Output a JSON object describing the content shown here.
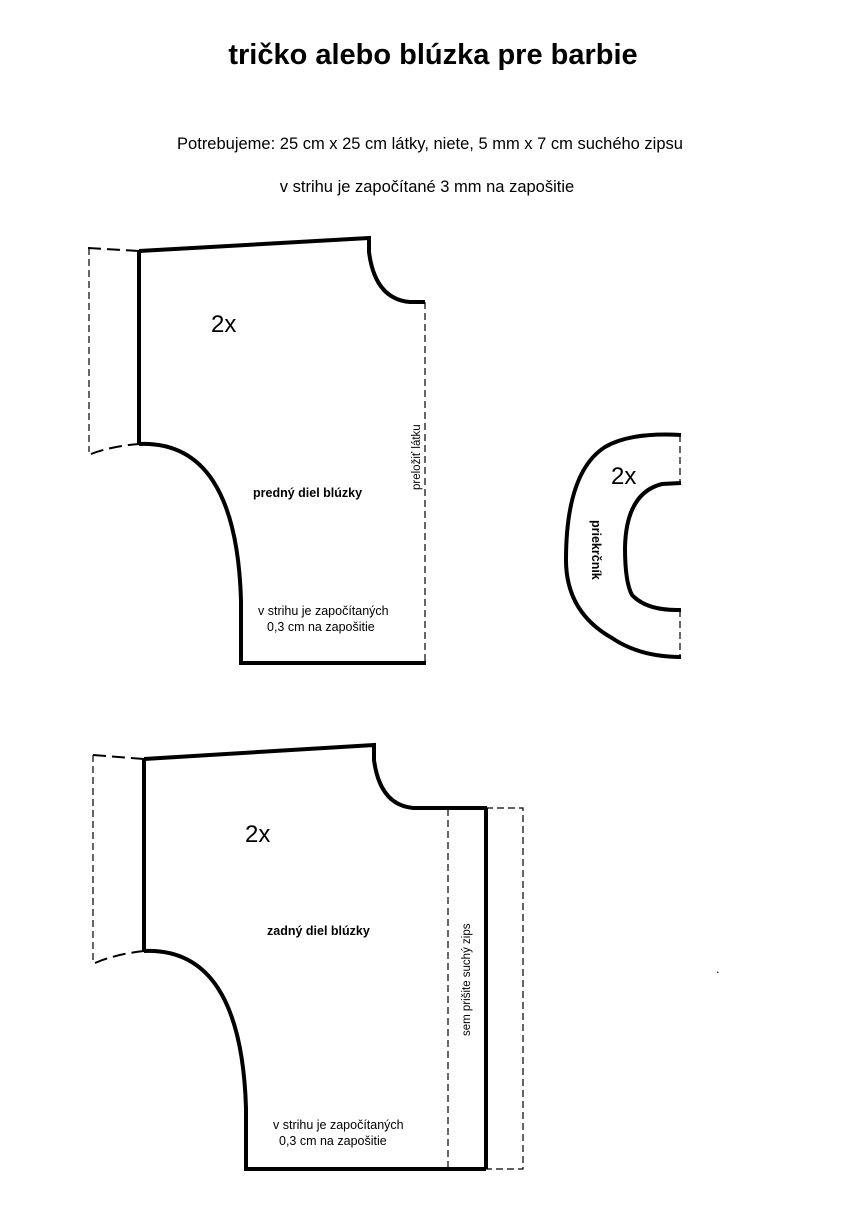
{
  "title": "tričko alebo blúzka pre barbie",
  "materials": "Potrebujeme: 25 cm x 25 cm látky, niete, 5 mm x 7 cm suchého zipsu",
  "seam_allowance_note": "v strihu je započítané 3 mm na zapošitie",
  "pieces": {
    "front": {
      "quantity": "2x",
      "label": "predný diel blúzky",
      "fold_label": "preložiť látku",
      "note_line1": "v strihu je započítaných",
      "note_line2": "0,3 cm na zapošitie"
    },
    "collar": {
      "quantity": "2x",
      "label": "priekrčník"
    },
    "back": {
      "quantity": "2x",
      "label": "zadný diel blúzky",
      "zip_label": "sem prišite suchý zips",
      "note_line1": "v strihu je započítaných",
      "note_line2": "0,3 cm na zapošitie"
    },
    "stray_mark": "."
  }
}
